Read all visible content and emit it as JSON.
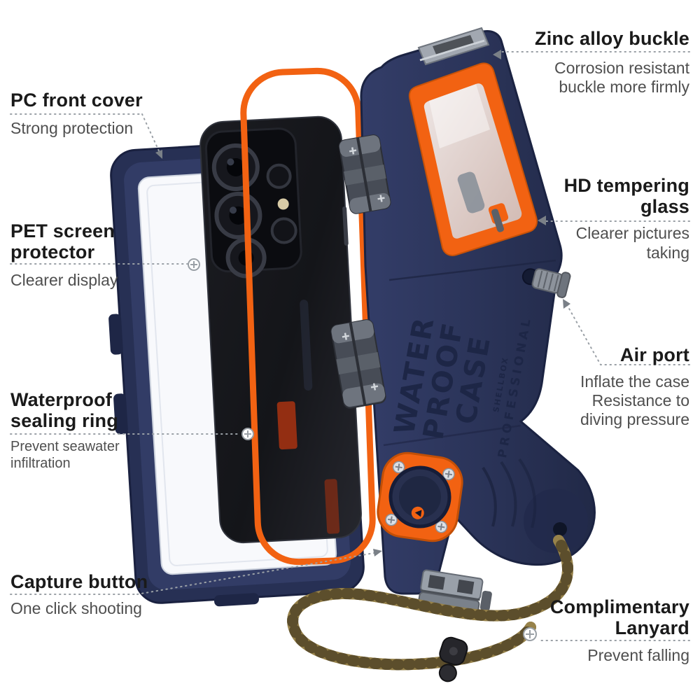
{
  "callouts": {
    "pc_front_cover": {
      "title": "PC front cover",
      "desc": "Strong protection"
    },
    "pet_screen_protector": {
      "title": "PET screen protector",
      "desc": "Clearer display"
    },
    "waterproof_sealing_ring": {
      "title": "Waterproof sealing ring",
      "desc": "Prevent seawater infiltration"
    },
    "capture_button": {
      "title": "Capture button",
      "desc": "One click shooting"
    },
    "zinc_alloy_buckle": {
      "title": "Zinc alloy buckle",
      "desc": "Corrosion resistant buckle more firmly"
    },
    "hd_tempering_glass": {
      "title": "HD tempering glass",
      "desc": "Clearer pictures taking"
    },
    "air_port": {
      "title": "Air port",
      "desc": "Inflate the case Resistance to diving pressure"
    },
    "complimentary_lanyard": {
      "title": "Complimentary Lanyard",
      "desc": "Prevent falling"
    }
  },
  "product": {
    "case_text": [
      "WATER",
      "PROOF",
      "CASE"
    ],
    "case_brand": "SHELLBOX",
    "case_subtext": "PROFESSIONAL"
  },
  "colors": {
    "accent_orange": "#F26212",
    "case_navy": "#2B3459",
    "rope_khaki": "#7D6937",
    "label_title": "#1A1A1A",
    "label_desc": "#4F4F4F",
    "leader_gray": "#9AA0A6"
  }
}
